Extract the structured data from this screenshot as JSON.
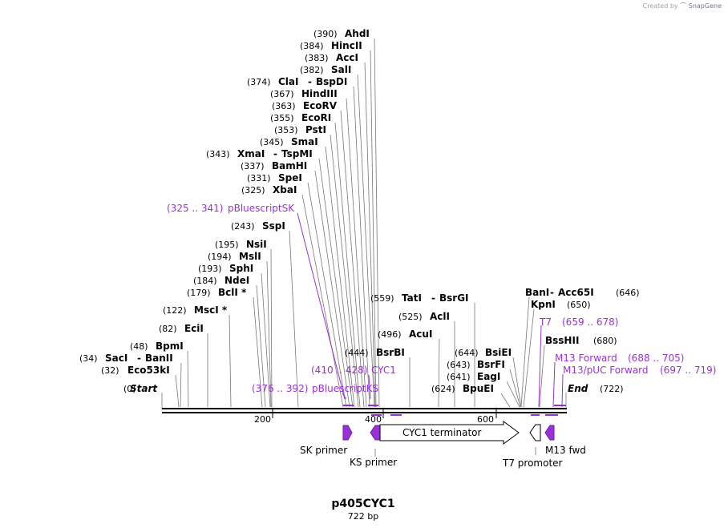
{
  "credit": {
    "prefix": "Created by",
    "brand": "SnapGene"
  },
  "plasmid": {
    "name": "p405CYC1",
    "length": "722 bp"
  },
  "colors": {
    "primer": "#9b30d9",
    "feature": "#9b30d9",
    "line": "#000000"
  },
  "ruler": {
    "ticks": [
      "200",
      "400",
      "600"
    ]
  },
  "start_label": {
    "pos": "(0)",
    "name": "Start"
  },
  "end_label": {
    "name": "End",
    "pos": "(722)"
  },
  "sites_left": [
    {
      "pos": "(390)",
      "name": "AhdI"
    },
    {
      "pos": "(384)",
      "name": "HincII"
    },
    {
      "pos": "(383)",
      "name": "AccI"
    },
    {
      "pos": "(382)",
      "name": "SalI"
    },
    {
      "pos": "(374)",
      "name": "ClaI",
      "extra": "BspDI"
    },
    {
      "pos": "(367)",
      "name": "HindIII"
    },
    {
      "pos": "(363)",
      "name": "EcoRV"
    },
    {
      "pos": "(355)",
      "name": "EcoRI"
    },
    {
      "pos": "(353)",
      "name": "PstI"
    },
    {
      "pos": "(345)",
      "name": "SmaI"
    },
    {
      "pos": "(343)",
      "name": "XmaI",
      "extra": "TspMI"
    },
    {
      "pos": "(337)",
      "name": "BamHI"
    },
    {
      "pos": "(331)",
      "name": "SpeI"
    },
    {
      "pos": "(325)",
      "name": "XbaI"
    },
    {
      "pos": "(243)",
      "name": "SspI"
    },
    {
      "pos": "(195)",
      "name": "NsiI"
    },
    {
      "pos": "(194)",
      "name": "MslI"
    },
    {
      "pos": "(193)",
      "name": "SphI"
    },
    {
      "pos": "(184)",
      "name": "NdeI"
    },
    {
      "pos": "(179)",
      "name": "BclI *"
    },
    {
      "pos": "(122)",
      "name": "MscI *"
    },
    {
      "pos": "(82)",
      "name": "EciI"
    },
    {
      "pos": "(48)",
      "name": "BpmI"
    },
    {
      "pos": "(34)",
      "name": "SacI",
      "extra": "BanII"
    },
    {
      "pos": "(32)",
      "name": "Eco53kI"
    }
  ],
  "sites_mid": [
    {
      "pos": "(559)",
      "name": "TatI",
      "extra": "BsrGI"
    },
    {
      "pos": "(525)",
      "name": "AclI"
    },
    {
      "pos": "(496)",
      "name": "AcuI"
    },
    {
      "pos": "(444)",
      "name": "BsrBI"
    }
  ],
  "sites_right": [
    {
      "name": "BanI",
      "extra": "Acc65I",
      "pos": "(646)"
    },
    {
      "name": "KpnI",
      "pos": "(650)"
    },
    {
      "name": "BssHII",
      "pos": "(680)"
    }
  ],
  "sites_lower": [
    {
      "pos": "(644)",
      "name": "BsiEI"
    },
    {
      "pos": "(643)",
      "name": "BsrFI"
    },
    {
      "pos": "(641)",
      "name": "EagI"
    },
    {
      "pos": "(624)",
      "name": "BpuEI"
    }
  ],
  "primers": [
    {
      "range": "(325 .. 341)",
      "name": "pBluescriptSK"
    },
    {
      "range": "(410 .. 428)",
      "name": "CYC1"
    },
    {
      "range": "(376 .. 392)",
      "name": "pBluescriptKS"
    },
    {
      "name": "T7",
      "range": "(659 .. 678)"
    },
    {
      "name": "M13 Forward",
      "range": "(688 .. 705)"
    },
    {
      "name": "M13/pUC Forward",
      "range": "(697 .. 719)"
    }
  ],
  "features": [
    {
      "name": "SK primer"
    },
    {
      "name": "KS primer"
    },
    {
      "name": "CYC1 terminator"
    },
    {
      "name": "T7 promoter"
    },
    {
      "name": "M13 fwd"
    }
  ]
}
